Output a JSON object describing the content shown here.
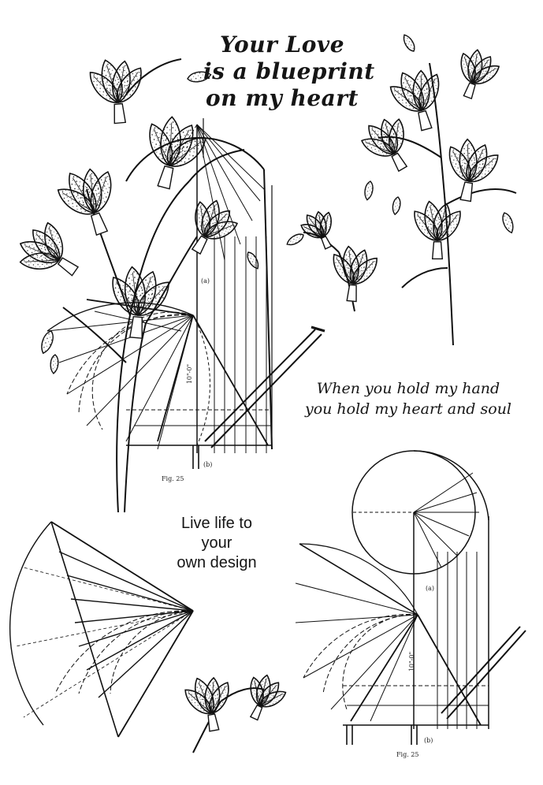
{
  "quotes": {
    "blueprint": [
      "Your Love",
      "is a blueprint",
      "on my heart"
    ],
    "hold_hand": [
      "When you hold my hand",
      "you hold my heart and soul"
    ],
    "live_life": [
      "Live life to",
      "your",
      "own design"
    ]
  },
  "figure_labels": {
    "fig_top": "Fig. 25",
    "fig_bottom": "Fig. 25",
    "label_a_top": "(a)",
    "label_b_top": "(b)",
    "label_a_bottom": "(a)",
    "label_b_bottom": "(b)",
    "dim_top": "10\"-0\"",
    "dim_bottom": "10\"-0\""
  },
  "colors": {
    "ink": "#151515",
    "paper": "#ffffff"
  },
  "illustrations": [
    "freesia-bouquet-icon",
    "freesia-stem-icon",
    "freesia-sprig-icon",
    "freesia-bud-icon",
    "geometric-construction-diagram"
  ]
}
